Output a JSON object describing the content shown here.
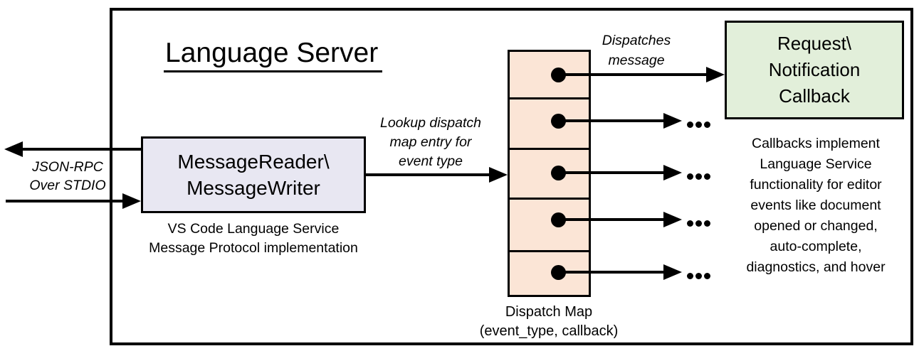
{
  "title": "Language Server",
  "stdio_label": {
    "line1": "JSON-RPC",
    "line2": "Over STDIO"
  },
  "message_reader": {
    "line1": "MessageReader\\",
    "line2": "MessageWriter",
    "caption_line1": "VS Code Language Service",
    "caption_line2": "Message Protocol implementation"
  },
  "lookup_label": {
    "line1": "Lookup dispatch",
    "line2": "map entry for",
    "line3": "event type"
  },
  "dispatches_label": {
    "line1": "Dispatches",
    "line2": "message"
  },
  "dispatch_map": {
    "entry_count": 5,
    "caption_line1": "Dispatch Map",
    "caption_line2": "(event_type, callback)"
  },
  "callback_box": {
    "line1": "Request\\",
    "line2": "Notification",
    "line3": "Callback"
  },
  "callbacks_note": {
    "lines": [
      "Callbacks implement",
      "Language Service",
      "functionality for editor",
      "events like document",
      "opened or changed,",
      "auto-complete,",
      "diagnostics, and hover"
    ]
  },
  "colors": {
    "message_reader_fill": "#e8e7f2",
    "dispatch_map_fill": "#fbe5d6",
    "callback_fill": "#e2efda",
    "stroke": "#000000",
    "background": "#ffffff"
  }
}
